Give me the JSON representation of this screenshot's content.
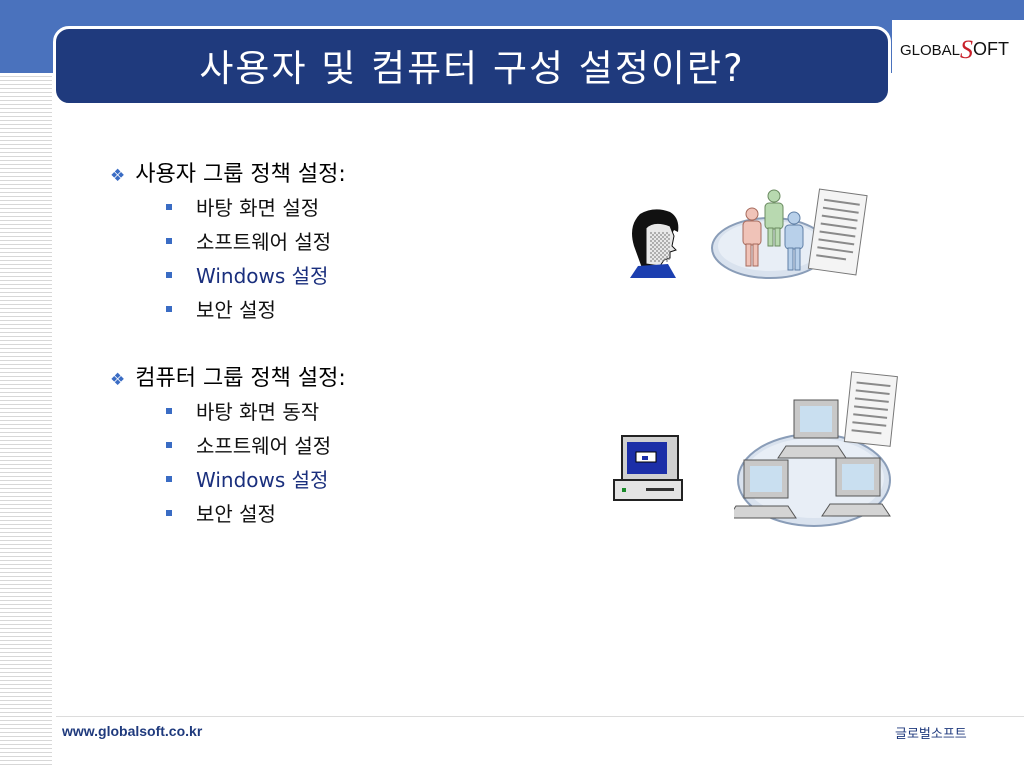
{
  "slide": {
    "title": "사용자 및 컴퓨터 구성 설정이란?"
  },
  "logo": {
    "part1": "GLOBAL",
    "part2": "S",
    "part3": "OFT"
  },
  "sections": [
    {
      "heading": "사용자 그룹 정책 설정:",
      "items": [
        "바탕 화면 설정",
        "소프트웨어 설정",
        "Windows 설정",
        "보안 설정"
      ]
    },
    {
      "heading": "컴퓨터 그룹 정책 설정:",
      "items": [
        "바탕 화면 동작",
        "소프트웨어 설정",
        "Windows 설정",
        "보안 설정"
      ]
    }
  ],
  "icons": {
    "user": "user-face-icon",
    "user_group": "user-group-policy-icon",
    "computer": "computer-icon",
    "network": "network-policy-icon"
  },
  "footer": {
    "url": "www.globalsoft.co.kr",
    "company": "글로벌소프트"
  },
  "colors": {
    "band": "#4a72bd",
    "title_bg": "#1f3a7d",
    "bullet": "#3a6cc4",
    "footer_text": "#1f3a7d"
  }
}
